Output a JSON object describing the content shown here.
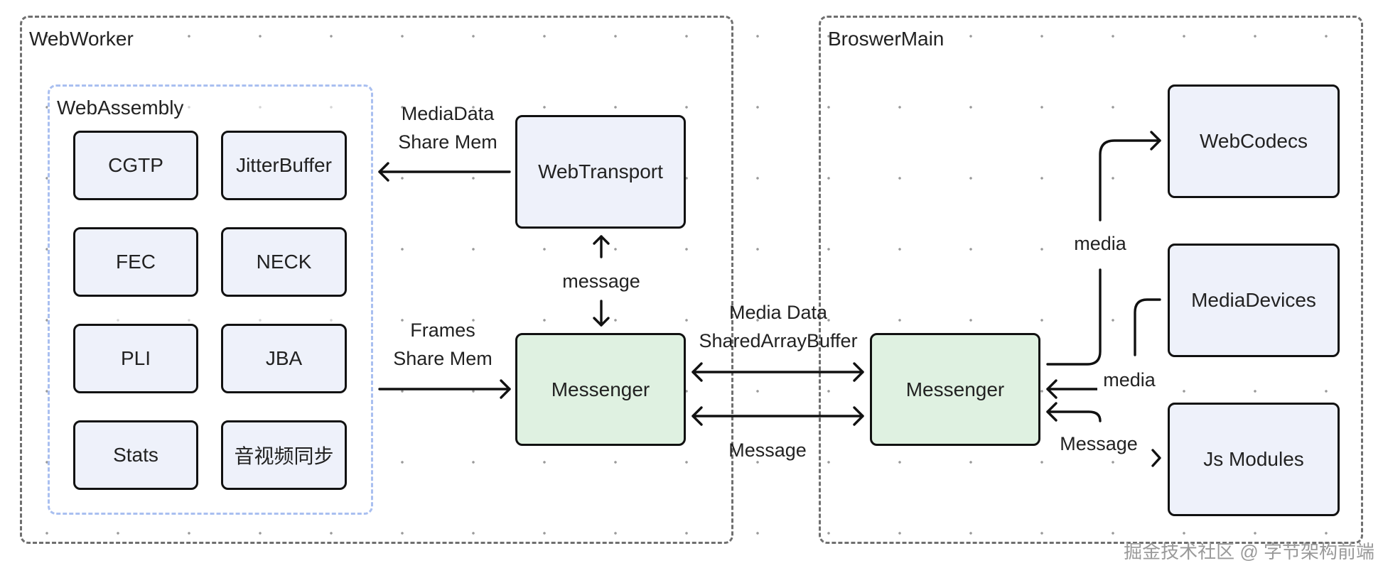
{
  "containers": {
    "webworker": "WebWorker",
    "browser_main": "BroswerMain",
    "webassembly": "WebAssembly"
  },
  "wasm_modules": [
    "CGTP",
    "JitterBuffer",
    "FEC",
    "NECK",
    "PLI",
    "JBA",
    "Stats",
    "音视频同步"
  ],
  "nodes": {
    "webtransport": "WebTransport",
    "messenger_worker": "Messenger",
    "messenger_main": "Messenger",
    "webcodecs": "WebCodecs",
    "mediadevices": "MediaDevices",
    "js_modules": "Js Modules"
  },
  "edge_labels": {
    "mediadata": "MediaData",
    "share_mem_top": "Share Mem",
    "message_vertical": "message",
    "frames": "Frames",
    "share_mem_bottom": "Share Mem",
    "media_data": "Media Data",
    "shared_array_buffer": "SharedArrayBuffer",
    "message_between": "Message",
    "media_top": "media",
    "media_mid": "media",
    "message_right": "Message"
  },
  "watermark": "掘金技术社区 @ 字节架构前端"
}
